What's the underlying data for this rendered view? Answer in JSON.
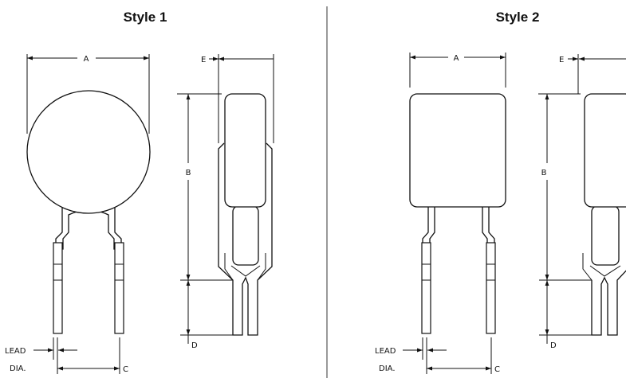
{
  "styles": [
    {
      "title": "Style 1"
    },
    {
      "title": "Style 2"
    }
  ],
  "dimensions": {
    "a": "A",
    "b": "B",
    "c": "C",
    "d": "D",
    "e": "E",
    "lead_line1": "LEAD",
    "lead_line2": "DIA."
  }
}
